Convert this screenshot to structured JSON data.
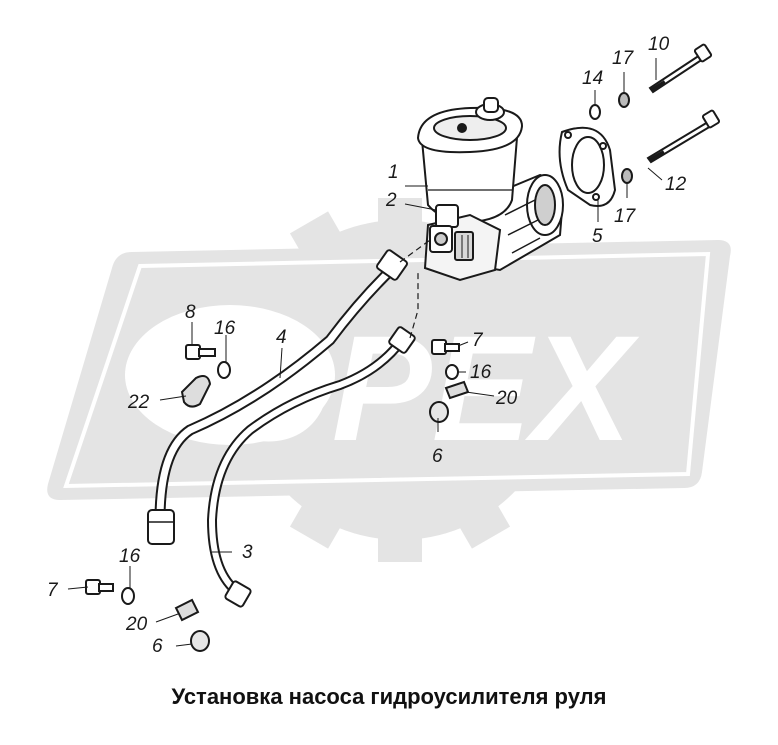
{
  "title": "Установка насоса гидроусилителя руля",
  "watermark": "OPEX",
  "colors": {
    "watermark": "#e4e4e4",
    "line": "#1a1a1a"
  },
  "part_labels": [
    {
      "id": "label-1",
      "text": "1"
    },
    {
      "id": "label-2",
      "text": "2"
    },
    {
      "id": "label-3",
      "text": "3"
    },
    {
      "id": "label-4",
      "text": "4"
    },
    {
      "id": "label-5",
      "text": "5"
    },
    {
      "id": "label-6-right",
      "text": "6"
    },
    {
      "id": "label-6-left",
      "text": "6"
    },
    {
      "id": "label-7-right",
      "text": "7"
    },
    {
      "id": "label-7-left",
      "text": "7"
    },
    {
      "id": "label-8",
      "text": "8"
    },
    {
      "id": "label-10",
      "text": "10"
    },
    {
      "id": "label-12",
      "text": "12"
    },
    {
      "id": "label-14",
      "text": "14"
    },
    {
      "id": "label-16-upper",
      "text": "16"
    },
    {
      "id": "label-16-right",
      "text": "16"
    },
    {
      "id": "label-16-left",
      "text": "16"
    },
    {
      "id": "label-17-upper",
      "text": "17"
    },
    {
      "id": "label-17-lower",
      "text": "17"
    },
    {
      "id": "label-20-right",
      "text": "20"
    },
    {
      "id": "label-20-left",
      "text": "20"
    },
    {
      "id": "label-22",
      "text": "22"
    }
  ]
}
